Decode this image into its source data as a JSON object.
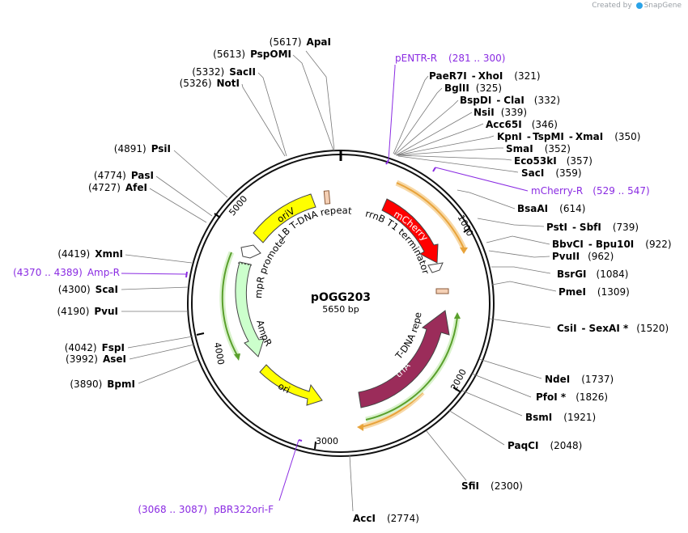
{
  "credit": {
    "prefix": "Created by",
    "brand": "SnapGene"
  },
  "plasmid": {
    "name": "pOGG203",
    "length_label": "5650 bp"
  },
  "tick_labels": [
    "1000",
    "2000",
    "3000",
    "4000",
    "5000"
  ],
  "enzymes": [
    {
      "id": "apai",
      "name": "ApaI",
      "pos": "(5617)"
    },
    {
      "id": "pspomi",
      "name": "PspOMI",
      "pos": "(5613)"
    },
    {
      "id": "sacii",
      "name": "SacII",
      "pos": "(5332)"
    },
    {
      "id": "noti",
      "name": "NotI",
      "pos": "(5326)"
    },
    {
      "id": "psii",
      "name": "PsiI",
      "pos": "(4891)"
    },
    {
      "id": "pasi",
      "name": "PasI",
      "pos": "(4774)"
    },
    {
      "id": "afei",
      "name": "AfeI",
      "pos": "(4727)"
    },
    {
      "id": "xmni",
      "name": "XmnI",
      "pos": "(4419)"
    },
    {
      "id": "scai",
      "name": "ScaI",
      "pos": "(4300)"
    },
    {
      "id": "pvui",
      "name": "PvuI",
      "pos": "(4190)"
    },
    {
      "id": "fspi",
      "name": "FspI",
      "pos": "(4042)"
    },
    {
      "id": "asei",
      "name": "AseI",
      "pos": "(3992)"
    },
    {
      "id": "bpmi",
      "name": "BpmI",
      "pos": "(3890)"
    },
    {
      "id": "paer7i",
      "name": "PaeR7I",
      "sep": "-",
      "name2": "XhoI",
      "pos": "(321)"
    },
    {
      "id": "bglii",
      "name": "BglII",
      "pos": "(325)"
    },
    {
      "id": "bspdi",
      "name": "BspDI",
      "sep": "-",
      "name2": "ClaI",
      "pos": "(332)"
    },
    {
      "id": "nsii",
      "name": "NsiI",
      "pos": "(339)"
    },
    {
      "id": "acc65i",
      "name": "Acc65I",
      "pos": "(346)"
    },
    {
      "id": "kpni",
      "name": "KpnI",
      "sep": "-",
      "name2": "TspMI",
      "sep2": "-",
      "name3": "XmaI",
      "pos": "(350)"
    },
    {
      "id": "smai",
      "name": "SmaI",
      "pos": "(352)"
    },
    {
      "id": "eco53ki",
      "name": "Eco53kI",
      "pos": "(357)"
    },
    {
      "id": "saci",
      "name": "SacI",
      "pos": "(359)"
    },
    {
      "id": "bsaai",
      "name": "BsaAI",
      "pos": "(614)"
    },
    {
      "id": "psti",
      "name": "PstI",
      "sep": "-",
      "name2": "SbfI",
      "pos": "(739)"
    },
    {
      "id": "bbvci",
      "name": "BbvCI",
      "sep": "-",
      "name2": "Bpu10I",
      "pos": "(922)"
    },
    {
      "id": "pvuii",
      "name": "PvuII",
      "pos": "(962)"
    },
    {
      "id": "bsrgi",
      "name": "BsrGI",
      "pos": "(1084)"
    },
    {
      "id": "pmei",
      "name": "PmeI",
      "pos": "(1309)"
    },
    {
      "id": "csii",
      "name": "CsiI",
      "sep": "-",
      "name2": "SexAI *",
      "pos": "(1520)"
    },
    {
      "id": "ndei",
      "name": "NdeI",
      "pos": "(1737)"
    },
    {
      "id": "pfoi",
      "name": "PfoI *",
      "pos": "(1826)"
    },
    {
      "id": "bsmi",
      "name": "BsmI",
      "pos": "(1921)"
    },
    {
      "id": "paqci",
      "name": "PaqCI",
      "pos": "(2048)"
    },
    {
      "id": "sfii",
      "name": "SfiI",
      "pos": "(2300)"
    },
    {
      "id": "acci",
      "name": "AccI",
      "pos": "(2774)"
    }
  ],
  "primers": [
    {
      "id": "pentr-r",
      "name": "pENTR-R",
      "range": "(281 .. 300)"
    },
    {
      "id": "mcherry-r",
      "name": "mCherry-R",
      "range": "(529 .. 547)"
    },
    {
      "id": "amp-r",
      "name": "Amp-R",
      "range": "(4370 .. 4389)"
    },
    {
      "id": "pbr322ori-f",
      "name": "pBR322ori-F",
      "range": "(3068 .. 3087)"
    }
  ],
  "features": {
    "oriv": "oriV",
    "lb": "LB T-DNA repeat",
    "rrnb": "rrnB T1 terminator",
    "ampr_promoter": "AmpR promoter",
    "ampr": "AmpR",
    "mcherry": "mCherry",
    "rb": "RB T-DNA repeat",
    "trfa": "trfA",
    "ori": "ori"
  },
  "colors": {
    "mcherry": "#ff0000",
    "trfa": "#9b2c5a",
    "oriv": "#ffff00",
    "ori": "#ffff00",
    "ampr": "#ccffcc",
    "primer": "#8a2be2",
    "orf_orange": "#e8a33a",
    "orf_green": "#5aa02c"
  }
}
